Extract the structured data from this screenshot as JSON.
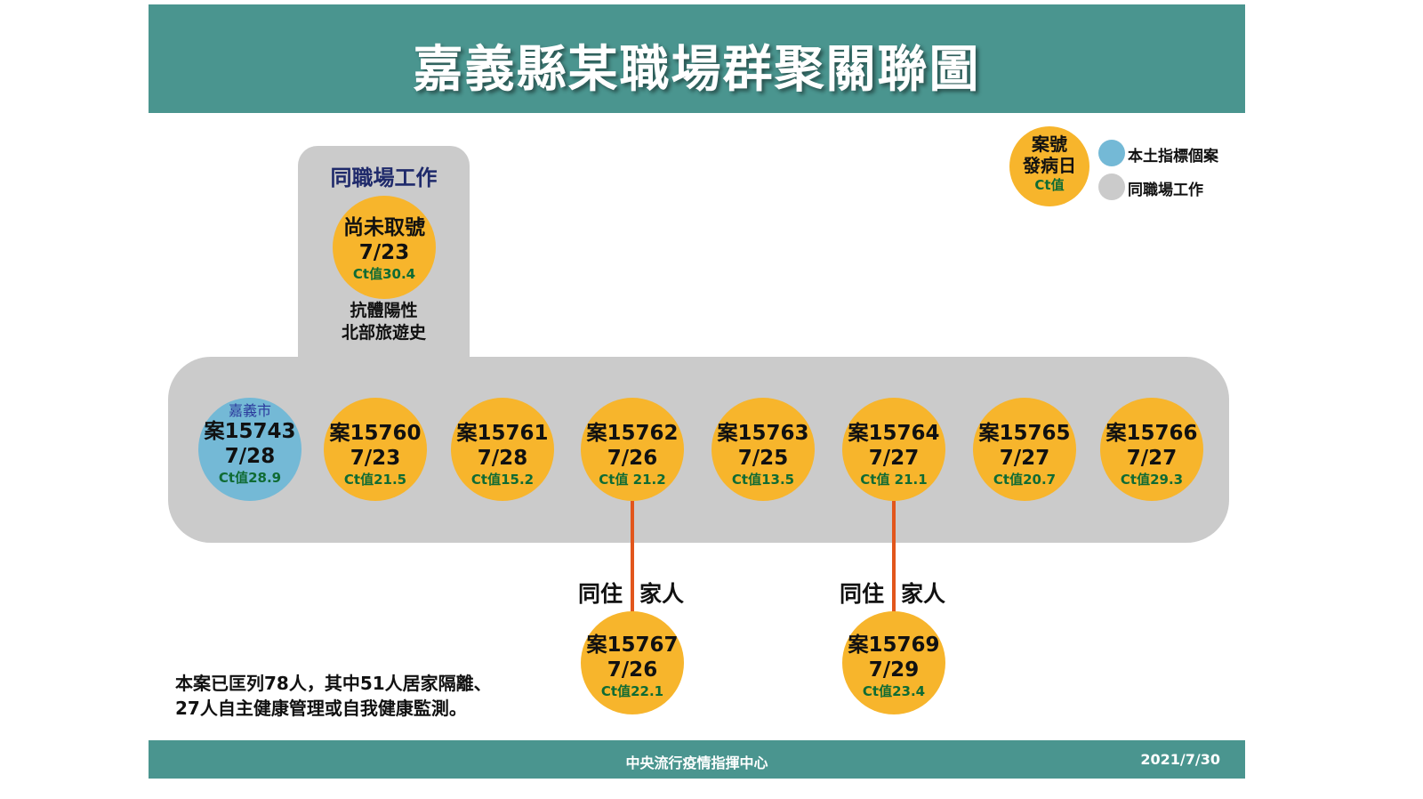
{
  "title": "嘉義縣某職場群聚關聯圖",
  "workplace_group": {
    "label": "同職場工作",
    "pending_case": {
      "case": "尚未取號",
      "onset": "7/23",
      "ct": "Ct值30.4"
    },
    "notes": [
      "抗體陽性",
      "北部旅遊史"
    ]
  },
  "cases": [
    {
      "city": "嘉義市",
      "case": "案15743",
      "onset": "7/28",
      "ct": "Ct值28.9",
      "type": "index"
    },
    {
      "case": "案15760",
      "onset": "7/23",
      "ct": "Ct值21.5"
    },
    {
      "case": "案15761",
      "onset": "7/28",
      "ct": "Ct值15.2"
    },
    {
      "case": "案15762",
      "onset": "7/26",
      "ct": "Ct值 21.2"
    },
    {
      "case": "案15763",
      "onset": "7/25",
      "ct": "Ct值13.5"
    },
    {
      "case": "案15764",
      "onset": "7/27",
      "ct": "Ct值 21.1"
    },
    {
      "case": "案15765",
      "onset": "7/27",
      "ct": "Ct值20.7"
    },
    {
      "case": "案15766",
      "onset": "7/27",
      "ct": "Ct值29.3"
    }
  ],
  "family_cases": [
    {
      "from": "案15762",
      "relation_left": "同住",
      "relation_right": "家人",
      "case": "案15767",
      "onset": "7/26",
      "ct": "Ct值22.1"
    },
    {
      "from": "案15764",
      "relation_left": "同住",
      "relation_right": "家人",
      "case": "案15769",
      "onset": "7/29",
      "ct": "Ct值23.4"
    }
  ],
  "legend": {
    "key": {
      "case": "案號",
      "onset": "發病日",
      "ct": "Ct值"
    },
    "items": [
      {
        "label": "本土指標個案",
        "color": "#74b9d6"
      },
      {
        "label": "同職場工作",
        "color": "#cbcbcb"
      }
    ]
  },
  "summary": [
    "本案已匡列78人，其中51人居家隔離、",
    "27人自主健康管理或自我健康監測。"
  ],
  "footer": {
    "org": "中央流行疫情指揮中心",
    "date": "2021/7/30"
  },
  "colors": {
    "header": "#4a958f",
    "case": "#f7b52c",
    "index": "#74b9d6",
    "group": "#cbcbcb",
    "link": "#e2561c",
    "ct": "#0f6b34"
  }
}
